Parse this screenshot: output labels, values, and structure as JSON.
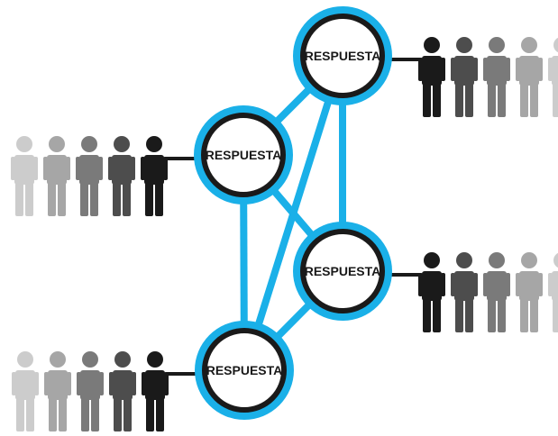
{
  "nodes": [
    {
      "id": "node-top",
      "label": "RESPUESTA"
    },
    {
      "id": "node-left",
      "label": "RESPUESTA"
    },
    {
      "id": "node-right",
      "label": "RESPUESTA"
    },
    {
      "id": "node-bottom",
      "label": "RESPUESTA"
    }
  ],
  "edges": [
    [
      "node-top",
      "node-left"
    ],
    [
      "node-top",
      "node-bottom"
    ],
    [
      "node-top",
      "node-right"
    ],
    [
      "node-left",
      "node-right"
    ],
    [
      "node-left",
      "node-bottom"
    ],
    [
      "node-right",
      "node-bottom"
    ]
  ],
  "queues": [
    {
      "node": "node-top",
      "side": "right",
      "people": 5
    },
    {
      "node": "node-left",
      "side": "left",
      "people": 5
    },
    {
      "node": "node-right",
      "side": "right",
      "people": 5
    },
    {
      "node": "node-bottom",
      "side": "left",
      "people": 5
    }
  ],
  "colors": {
    "link": "#1ab0e8",
    "ring": "#1ab0e8",
    "node_border": "#1a1a1a",
    "node_fill": "#ffffff",
    "person_shades": [
      "#1a1a1a",
      "#4d4d4d",
      "#7a7a7a",
      "#a6a6a6",
      "#cccccc"
    ]
  }
}
